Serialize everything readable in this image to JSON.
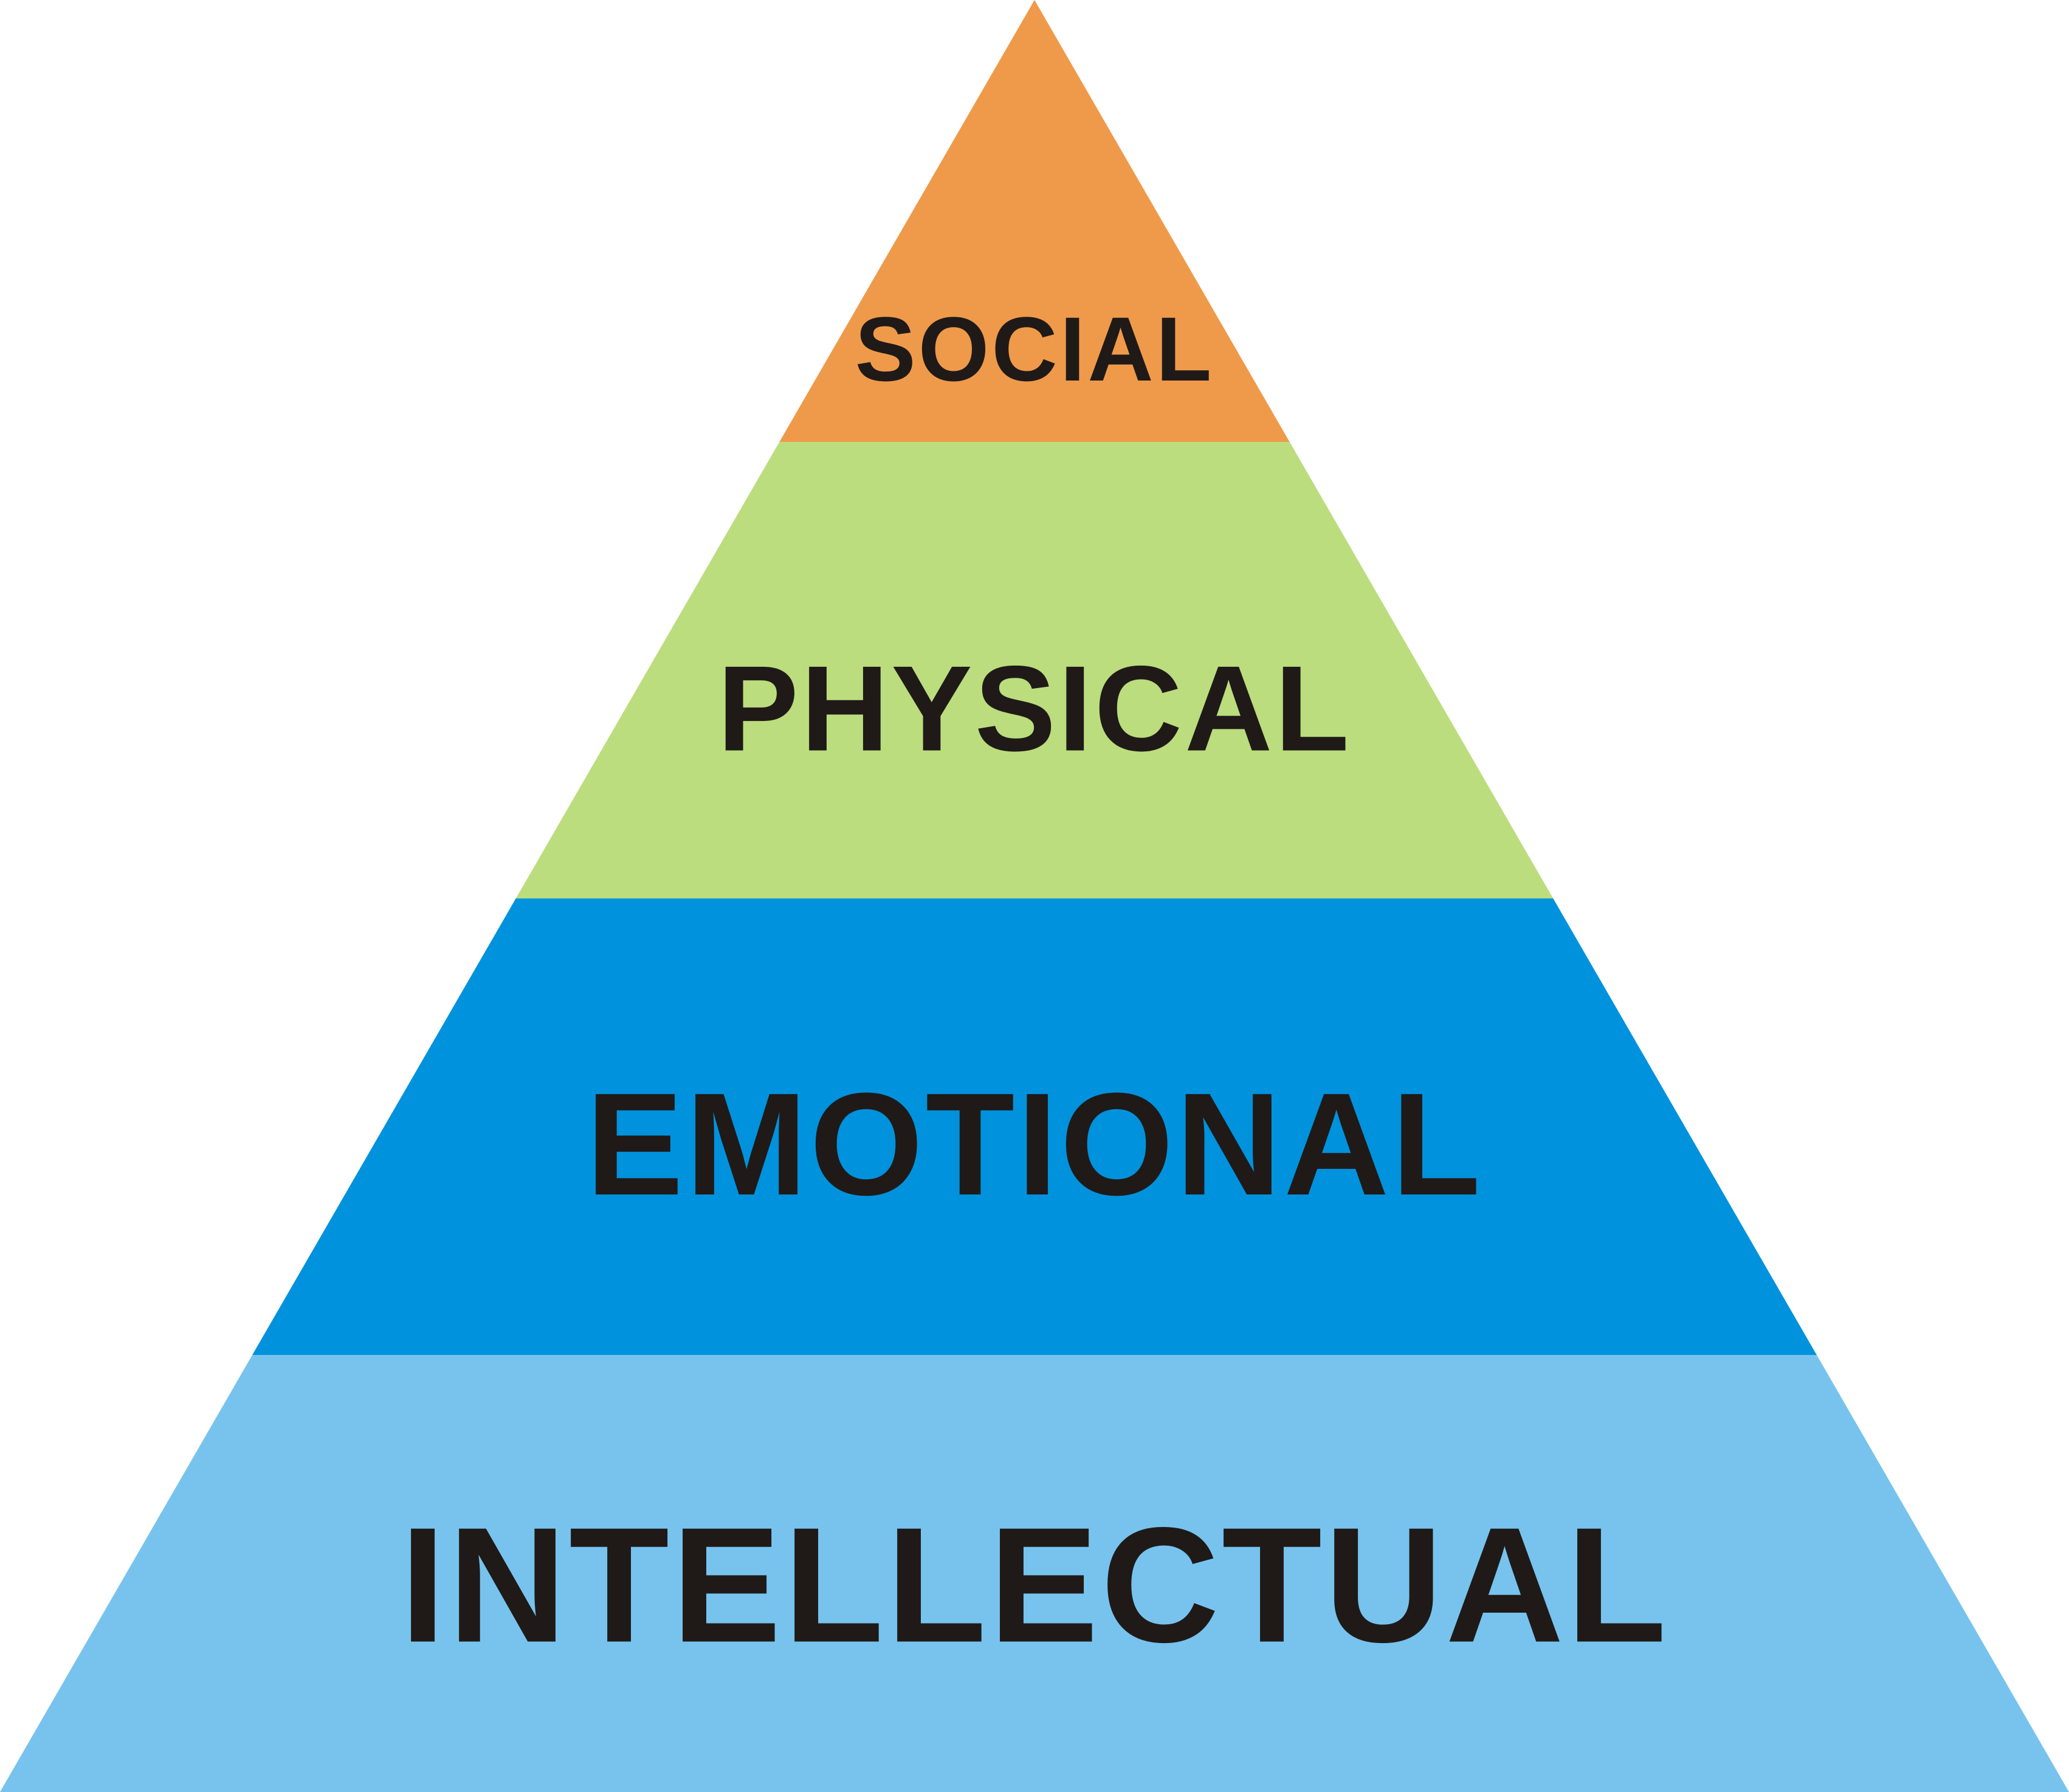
{
  "diagram": {
    "type": "pyramid",
    "tiers": [
      {
        "label": "SOCIAL",
        "color": "#EF9A4A"
      },
      {
        "label": "PHYSICAL",
        "color": "#BBDD7E"
      },
      {
        "label": "EMOTIONAL",
        "color": "#0092DD"
      },
      {
        "label": "INTELLECTUAL",
        "color": "#77C3EE"
      }
    ],
    "label_color": "#1F1A17",
    "background": "#FFFFFF"
  }
}
